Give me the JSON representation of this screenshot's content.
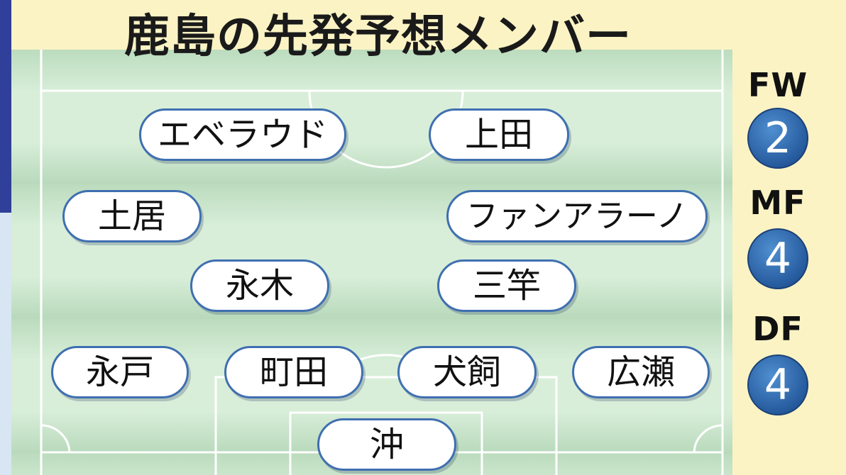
{
  "title": "鹿島の先発予想メンバー",
  "colors": {
    "background": "#fbf3c4",
    "pitch_dark": "#b8d9bb",
    "pitch_light": "#d8eed9",
    "player_border": "#3f6fb0",
    "badge": "#2b5fa3"
  },
  "positions": {
    "fw": {
      "label": "FW",
      "count": "2"
    },
    "mf": {
      "label": "MF",
      "count": "4"
    },
    "df": {
      "label": "DF",
      "count": "4"
    }
  },
  "players": {
    "fw": [
      "エベラウド",
      "上田"
    ],
    "mf_wide": [
      "土居",
      "ファンアラーノ"
    ],
    "mf_center": [
      "永木",
      "三竿"
    ],
    "df": [
      "永戸",
      "町田",
      "犬飼",
      "広瀬"
    ],
    "gk": "沖"
  }
}
